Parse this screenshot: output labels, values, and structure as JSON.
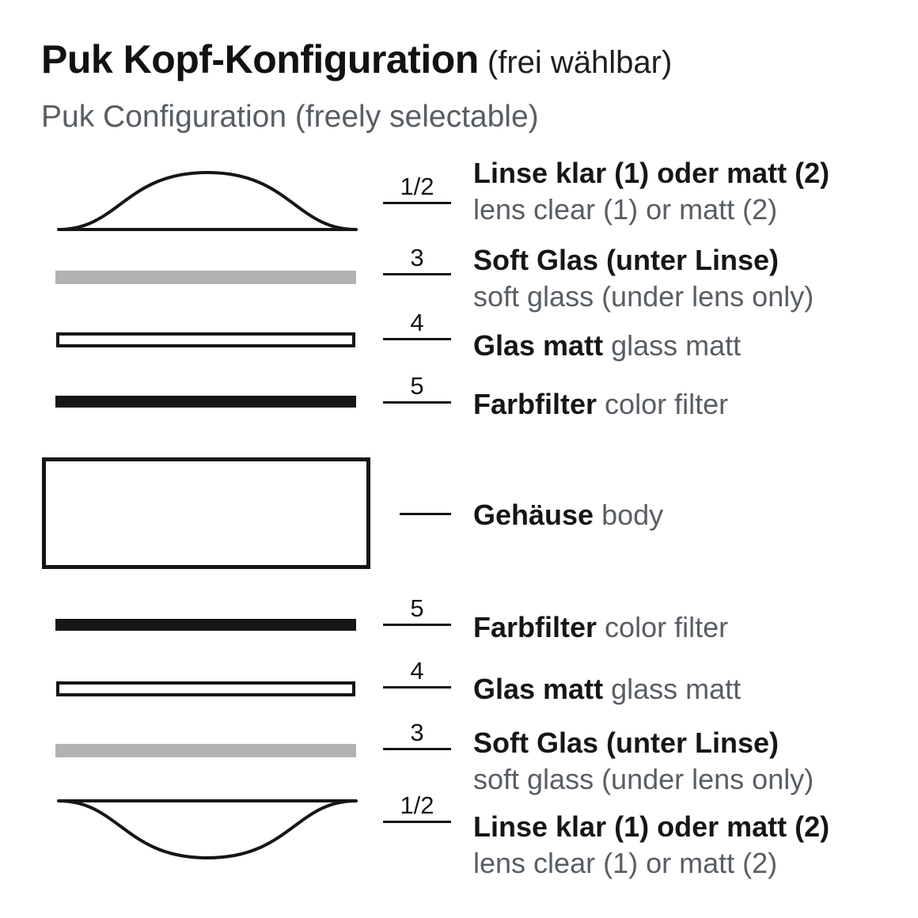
{
  "header": {
    "title_de_bold": "Puk Kopf-Konfiguration",
    "title_de_light": " (frei wählbar)",
    "subtitle_en": "Puk Configuration (freely selectable)"
  },
  "colors": {
    "ink": "#161616",
    "gray_text": "#585e64",
    "gray_bar": "#b2b2b2",
    "background": "#ffffff"
  },
  "rows": [
    {
      "num": "1/2",
      "de": "Linse klar (1) oder matt (2)",
      "en": "lens clear (1) or matt (2)",
      "shape": "lens-dome-up"
    },
    {
      "num": "3",
      "de": "Soft Glas (unter Linse)",
      "en": "soft glass (under lens only)",
      "shape": "gray-bar"
    },
    {
      "num": "4",
      "de": "Glas matt",
      "en": "glass matt",
      "shape": "outline-bar"
    },
    {
      "num": "5",
      "de": "Farbfilter",
      "en": "color filter",
      "shape": "black-bar"
    },
    {
      "num": "",
      "de": "Gehäuse",
      "en": "body",
      "shape": "body-rect"
    },
    {
      "num": "5",
      "de": "Farbfilter",
      "en": "color filter",
      "shape": "black-bar"
    },
    {
      "num": "4",
      "de": "Glas matt",
      "en": "glass matt",
      "shape": "outline-bar"
    },
    {
      "num": "3",
      "de": "Soft Glas (unter Linse)",
      "en": "soft glass (under lens only)",
      "shape": "gray-bar"
    },
    {
      "num": "1/2",
      "de": "Linse klar (1) oder matt (2)",
      "en": "lens clear (1) or matt (2)",
      "shape": "lens-dome-down"
    }
  ]
}
